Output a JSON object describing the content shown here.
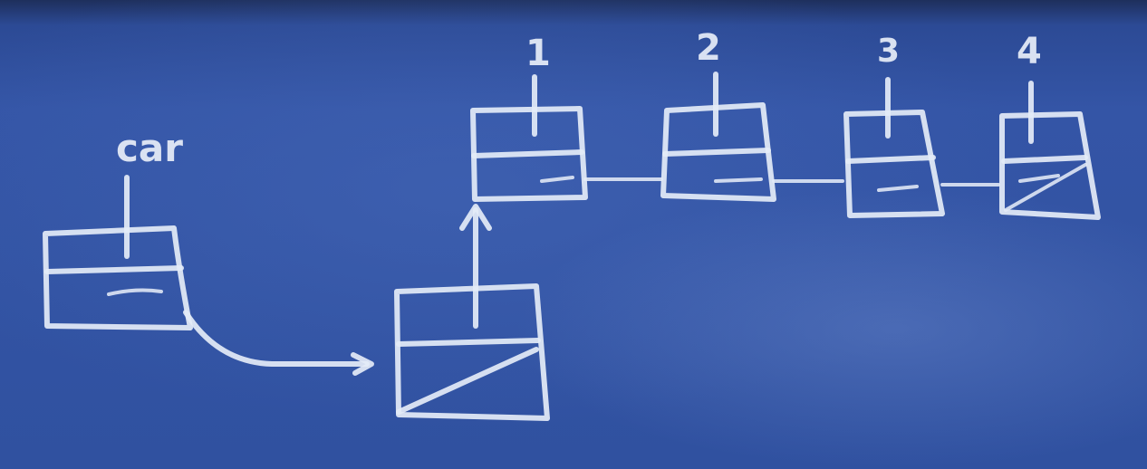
{
  "labels": {
    "car": "car",
    "node1": "1",
    "node2": "2",
    "node3": "3",
    "node4": "4"
  }
}
